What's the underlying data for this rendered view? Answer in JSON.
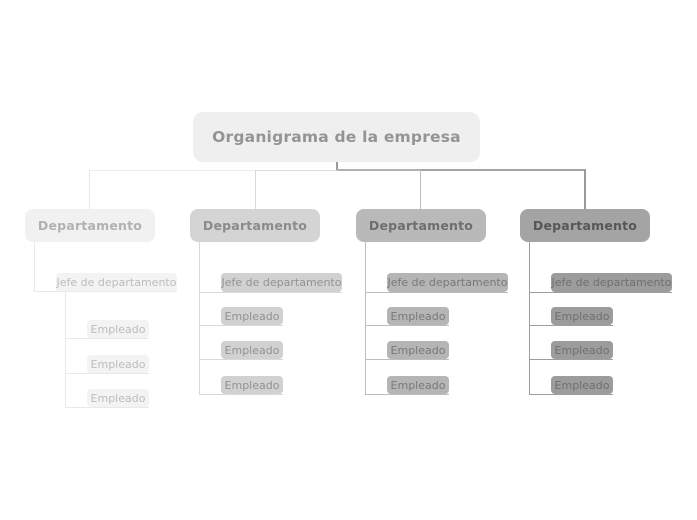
{
  "root": {
    "label": "Organigrama de la empresa",
    "bg": "#efefef",
    "text_color": "#949494",
    "stub_color": "#9a9a9a"
  },
  "top_connectors": {
    "segment_colors": [
      "#ececec",
      "#dcdcdc",
      "#b0b0b0",
      "#a3a3a3"
    ],
    "drop_colors": [
      "#e8e8e8",
      "#d9d9d9",
      "#bdbdbd",
      "#9a9a9a"
    ]
  },
  "columns": [
    {
      "department": {
        "label": "Departamento"
      },
      "manager": {
        "label": "Jefe de departamento"
      },
      "employees": [
        {
          "label": "Empleado"
        },
        {
          "label": "Empleado"
        },
        {
          "label": "Empleado"
        }
      ],
      "colors": {
        "department_bg": "#f1f1f1",
        "department_text": "#b1b1b1",
        "node_bg": "#f3f3f3",
        "node_text": "#bcbcbc",
        "connector": "#e8e8e8"
      }
    },
    {
      "department": {
        "label": "Departamento"
      },
      "manager": {
        "label": "Jefe de departamento"
      },
      "employees": [
        {
          "label": "Empleado"
        },
        {
          "label": "Empleado"
        },
        {
          "label": "Empleado"
        }
      ],
      "colors": {
        "department_bg": "#d4d4d4",
        "department_text": "#8b8b8b",
        "node_bg": "#d1d1d1",
        "node_text": "#929292",
        "connector": "#d9d9d9"
      }
    },
    {
      "department": {
        "label": "Departamento"
      },
      "manager": {
        "label": "Jefe de departamento"
      },
      "employees": [
        {
          "label": "Empleado"
        },
        {
          "label": "Empleado"
        },
        {
          "label": "Empleado"
        }
      ],
      "colors": {
        "department_bg": "#b9b9b9",
        "department_text": "#6e6e6e",
        "node_bg": "#b5b5b5",
        "node_text": "#787878",
        "connector": "#bdbdbd"
      }
    },
    {
      "department": {
        "label": "Departamento"
      },
      "manager": {
        "label": "Jefe de departamento"
      },
      "employees": [
        {
          "label": "Empleado"
        },
        {
          "label": "Empleado"
        },
        {
          "label": "Empleado"
        }
      ],
      "colors": {
        "department_bg": "#a4a4a4",
        "department_text": "#575757",
        "node_bg": "#9c9c9c",
        "node_text": "#6f6f6f",
        "connector": "#9e9e9e"
      }
    }
  ]
}
